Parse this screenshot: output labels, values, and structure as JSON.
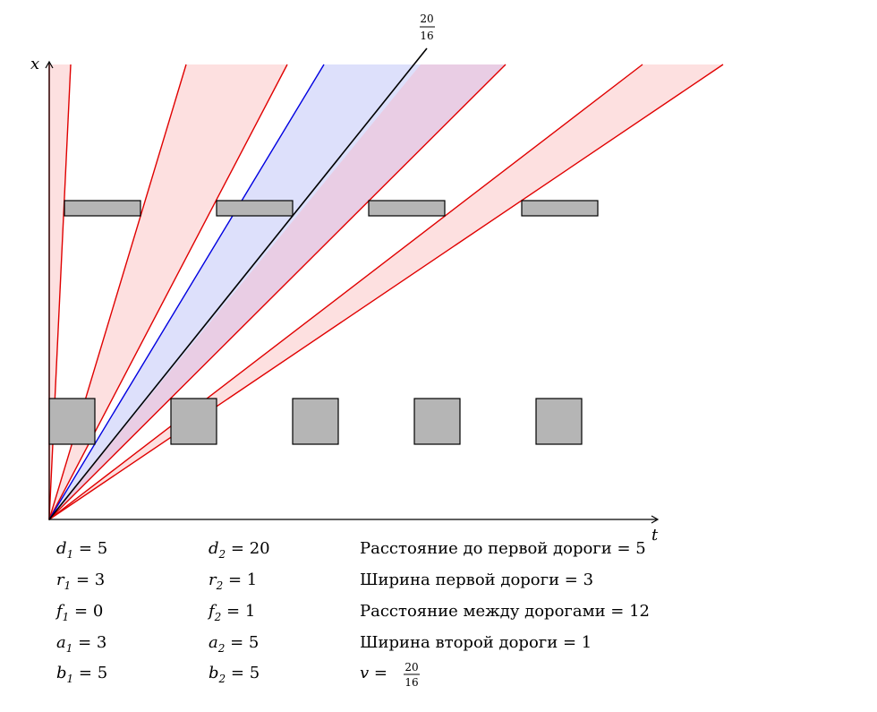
{
  "axes": {
    "x_label": "x",
    "t_label": "t"
  },
  "top_label": {
    "num": "20",
    "den": "16"
  },
  "colors": {
    "axis": "#000000",
    "band_red_fill": "#fde0e0",
    "band_red_stroke": "#e00000",
    "band_blue_fill": "#dde0fb",
    "band_blue_stroke": "#0000e0",
    "band_purple_fill": "#e9cde4",
    "obstacle_fill": "#b5b5b5",
    "obstacle_stroke": "#000000"
  },
  "legend": {
    "col1": [
      {
        "sym": "d",
        "sub": "1",
        "eq": " = 5"
      },
      {
        "sym": "r",
        "sub": "1",
        "eq": " = 3"
      },
      {
        "sym": "f",
        "sub": "1",
        "eq": " = 0"
      },
      {
        "sym": "a",
        "sub": "1",
        "eq": " = 3"
      },
      {
        "sym": "b",
        "sub": "1",
        "eq": " = 5"
      }
    ],
    "col2": [
      {
        "sym": "d",
        "sub": "2",
        "eq": " = 20"
      },
      {
        "sym": "r",
        "sub": "2",
        "eq": " = 1"
      },
      {
        "sym": "f",
        "sub": "2",
        "eq": " = 1"
      },
      {
        "sym": "a",
        "sub": "2",
        "eq": " = 5"
      },
      {
        "sym": "b",
        "sub": "2",
        "eq": " = 5"
      }
    ],
    "col3": [
      "Расстояние до первой дороги = 5",
      "Ширина первой дороги = 3",
      "Расстояние между дорогами = 12",
      "Ширина второй дороги = 1"
    ],
    "v_line": {
      "lhs": "v = ",
      "num": "20",
      "den": "16"
    }
  }
}
